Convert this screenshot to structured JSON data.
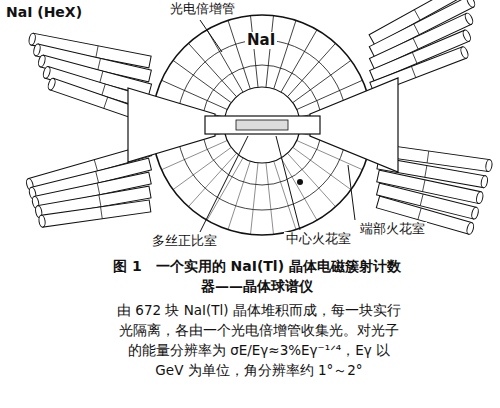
{
  "diagram": {
    "caption": "图 1　一个实用的 NaI(Tl) 晶体电磁簇射计数器——晶体球谱仪",
    "labels": [
      "NaI (HeX)",
      "光电倍增管",
      "NaI",
      "端部火花室",
      "多丝正比室",
      "中心火花室",
      "由 672 块 NaI(Tl) 晶体堆积而成，每一块实行光隔离，各由一个光电倍增管收集光。对光子的能量分辨率为 σE/Eγ≈3%Eγ⁻¹ᐟ⁴，Eγ 以 GeV 为单位，角分辨率约 1°～2°"
    ]
  }
}
